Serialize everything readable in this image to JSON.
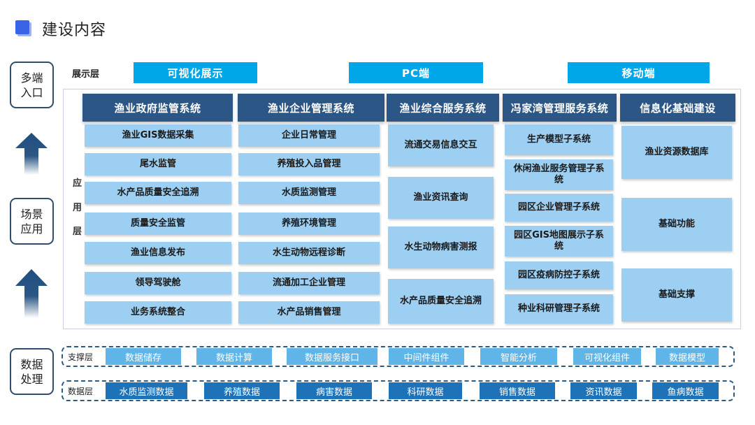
{
  "title": "建设内容",
  "side_boxes": [
    {
      "label": "多端入口"
    },
    {
      "label": "场景应用"
    },
    {
      "label": "数据处理"
    }
  ],
  "presentation": {
    "label": "展示层",
    "entries": [
      "可视化展示",
      "PC端",
      "移动端"
    ]
  },
  "application": {
    "label_chars": [
      "应",
      "用",
      "层"
    ],
    "columns": [
      {
        "header": "渔业政府监管系统",
        "items": [
          "渔业GIS数据采集",
          "尾水监管",
          "水产品质量安全追溯",
          "质量安全监管",
          "渔业信息发布",
          "领导驾驶舱",
          "业务系统整合"
        ]
      },
      {
        "header": "渔业企业管理系统",
        "items": [
          "企业日常管理",
          "养殖投入品管理",
          "水质监测管理",
          "养殖环境管理",
          "水生动物远程诊断",
          "流通加工企业管理",
          "水产品销售管理"
        ]
      },
      {
        "header": "渔业综合服务系统",
        "items": [
          "流通交易信息交互",
          "渔业资讯查询",
          "水生动物病害测报",
          "水产品质量安全追溯"
        ]
      },
      {
        "header": "冯家湾管理服务系统",
        "items": [
          "生产模型子系统",
          "休闲渔业服务管理子系统",
          "园区企业管理子系统",
          "园区GIS地图展示子系统",
          "园区疫病防控子系统",
          "种业科研管理子系统"
        ]
      },
      {
        "header": "信息化基础建设",
        "items": [
          "渔业资源数据库",
          "基础功能",
          "基础支撑"
        ]
      }
    ]
  },
  "support_layer": {
    "label": "支撑层",
    "items": [
      "数据储存",
      "数据计算",
      "数据服务接口",
      "中间件组件",
      "智能分析",
      "可视化组件",
      "数据模型"
    ]
  },
  "data_layer": {
    "label": "数据层",
    "items": [
      "水质监测数据",
      "养殖数据",
      "病害数据",
      "科研数据",
      "销售数据",
      "资讯数据",
      "鱼病数据"
    ]
  },
  "colors": {
    "accent": "#00a7e8",
    "header": "#2b5686",
    "item": "#9dcff3",
    "support_chip": "#5fb4e8",
    "data_chip": "#1e72b8"
  }
}
